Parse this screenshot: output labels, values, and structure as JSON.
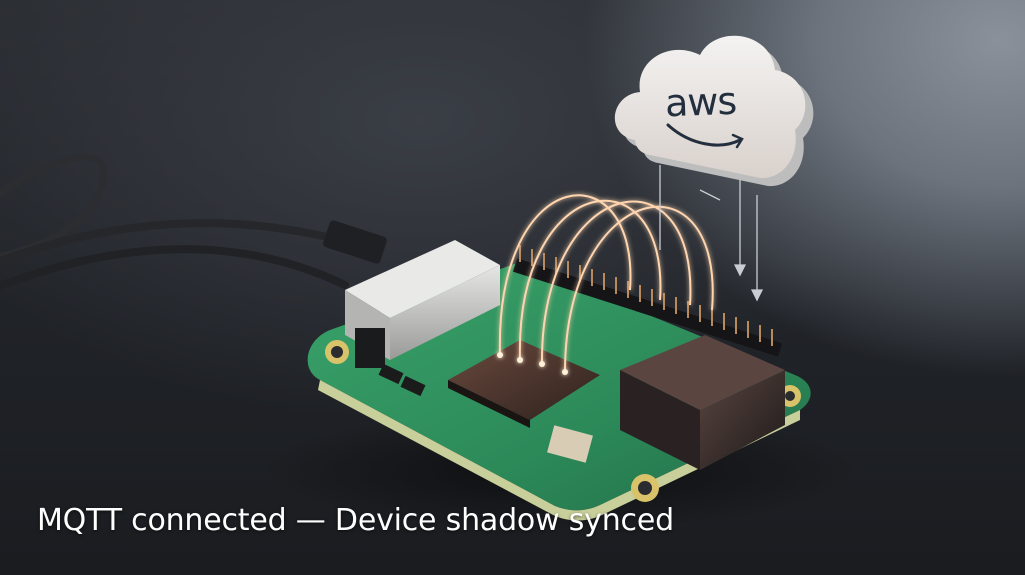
{
  "caption": {
    "text": "MQTT connected — Device shadow synced"
  },
  "cloud": {
    "logo_text": "aws",
    "icon": "aws-cloud-icon"
  },
  "scene": {
    "subject": "single-board computer (Raspberry Pi style) with glowing data links to AWS cloud",
    "elements": [
      "usb-cables",
      "ethernet-port",
      "processor-chip",
      "gpio-header",
      "audio-jack-block",
      "glowing-data-arcs",
      "downlink-arrows"
    ]
  },
  "colors": {
    "pcb_green": "#2f8f5e",
    "glow": "#ffcfa6",
    "cloud": "#ecebea",
    "aws_text": "#232f3e",
    "caption": "#ffffff"
  }
}
